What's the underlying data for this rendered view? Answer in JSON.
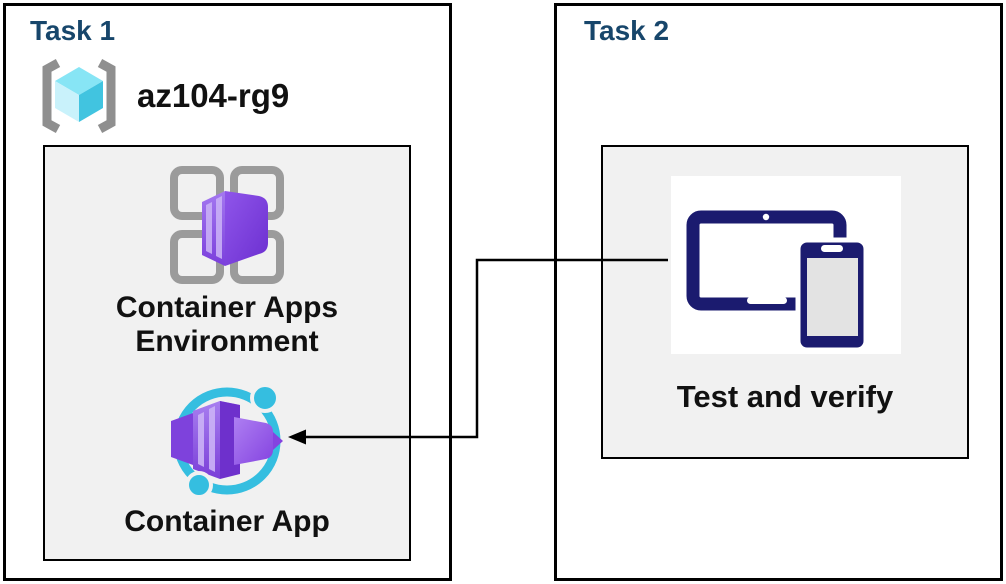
{
  "task1": {
    "title": "Task 1",
    "resource_group": {
      "icon": "resource-group-icon",
      "name": "az104-rg9"
    },
    "environment": {
      "icon": "container-apps-environment-icon",
      "label_line1": "Container Apps",
      "label_line2": "Environment",
      "app": {
        "icon": "container-app-icon",
        "label": "Container App"
      }
    }
  },
  "task2": {
    "title": "Task 2",
    "verify": {
      "icon": "tablet-phone-devices-icon",
      "label": "Test and verify"
    }
  },
  "connector": {
    "type": "elbow-arrow",
    "from": "test-and-verify-icon",
    "to": "container-app-icon"
  },
  "colors": {
    "task_title": "#17466B",
    "label_text": "#111111",
    "border": "#000000",
    "inner_box_bg": "#F1F1F1",
    "bracket_gray": "#8F8F8F",
    "tile_gray": "#9B9B9B",
    "resource_cube_top": "#87E5F5",
    "resource_cube_left": "#C9F2FB",
    "resource_cube_right": "#41C4E0",
    "container_purple_light": "#A87FF0",
    "container_purple_dark": "#6E30CC",
    "ring_cyan": "#35BEE0",
    "device_navy": "#1B1B6F",
    "device_screen_gray": "#E3E3E3"
  }
}
